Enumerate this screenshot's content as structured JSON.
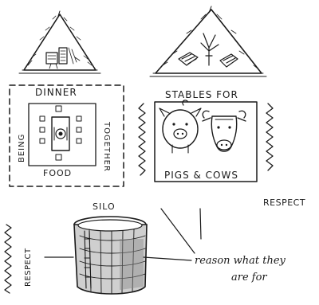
{
  "dinner_panel": {
    "top": "DINNER",
    "left": "BEING",
    "right": "TOGETHER",
    "bottom": "FOOD"
  },
  "stables_panel": {
    "title": "STABLES FOR",
    "caption": "PIGS & COWS"
  },
  "silo_label": "SILO",
  "respect_right": "RESPECT",
  "respect_left": "RESPECT",
  "reason_note": {
    "line1": "reason what they",
    "line2": "are for"
  },
  "icons": [
    "sheep-pen-hut-icon",
    "barn-hut-icon",
    "dining-table-icon",
    "pig-icon",
    "cow-icon",
    "silo-icon",
    "zigzag-fence-icon"
  ]
}
